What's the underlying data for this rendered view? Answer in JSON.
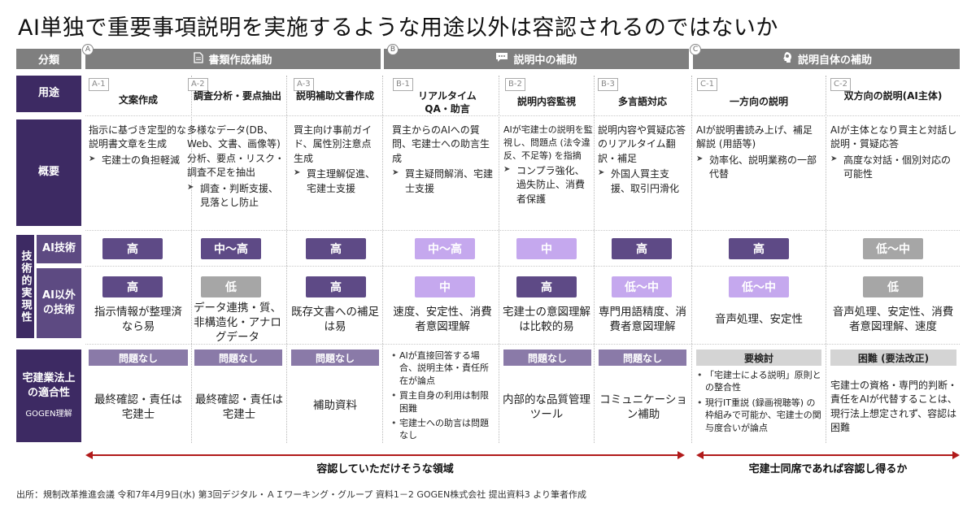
{
  "title": "AI単独で重要事項説明を実施するような用途以外は容認されるのではないか",
  "colors": {
    "row_label": "#3d2a63",
    "sub_label": "#5d4a82",
    "header_gray": "#7f7f7f",
    "pill_dark": "#5e4a86",
    "pill_light": "#c5a8ee",
    "pill_gray": "#a6a6a6",
    "arrow_red": "#b11a1a"
  },
  "headers": {
    "category": "分類",
    "groups": [
      {
        "letter": "A",
        "label": "書類作成補助",
        "icon": "document-icon"
      },
      {
        "letter": "B",
        "label": "説明中の補助",
        "icon": "chat-bubble-icon"
      },
      {
        "letter": "C",
        "label": "説明自体の補助",
        "icon": "brain-head-icon"
      }
    ]
  },
  "row_labels": {
    "usage": "用途",
    "overview": "概要",
    "tech_group": "技術的実現性",
    "ai_tech": "AI技術",
    "non_ai_tech": "AI以外の技術",
    "compliance": "宅建業法上の適合性",
    "compliance_sub": "GOGEN理解"
  },
  "columns": [
    {
      "code": "A-1",
      "name": "文案作成",
      "overview": [
        "指示に基づき定型的な説明書文章を生成"
      ],
      "overview_bullets": [
        "宅建士の負担軽減"
      ],
      "ai_level": "高",
      "ai_style": "dark",
      "non_ai_level": "高",
      "non_ai_style": "dark",
      "non_ai_note": "指示情報が整理済なら易",
      "comp_tag": "問題なし",
      "comp_text": "最終確認・責任は宅建士"
    },
    {
      "code": "A-2",
      "name": "調査分析・要点抽出",
      "overview": [
        "多様なデータ(DB、Web、文書、画像等) 分析、要点・リスク・調査不足を抽出"
      ],
      "overview_bullets": [
        "調査・判断支援、見落とし防止"
      ],
      "ai_level": "中〜高",
      "ai_style": "dark",
      "non_ai_level": "低",
      "non_ai_style": "gray",
      "non_ai_note": "データ連携・質、非構造化・アナログデータ",
      "comp_tag": "問題なし",
      "comp_text": "最終確認・責任は宅建士"
    },
    {
      "code": "A-3",
      "name": "説明補助文書作成",
      "overview": [
        "買主向け事前ガイド、属性別注意点生成"
      ],
      "overview_bullets": [
        "買主理解促進、宅建士支援"
      ],
      "ai_level": "高",
      "ai_style": "dark",
      "non_ai_level": "高",
      "non_ai_style": "dark",
      "non_ai_note": "既存文書への補足は易",
      "comp_tag": "問題なし",
      "comp_text": "補助資料"
    },
    {
      "code": "B-1",
      "name": "リアルタイムQA・助言",
      "overview": [
        "買主からのAIへの質問、宅建士への助言生成"
      ],
      "overview_bullets": [
        "買主疑問解消、宅建士支援"
      ],
      "ai_level": "中〜高",
      "ai_style": "light",
      "non_ai_level": "中",
      "non_ai_style": "light",
      "non_ai_note": "速度、安定性、消費者意図理解",
      "comp_tag": "",
      "comp_points": [
        "AIが直接回答する場合、説明主体・責任所在が論点",
        "買主自身の利用は制限困難",
        "宅建士への助言は問題なし"
      ]
    },
    {
      "code": "B-2",
      "name": "説明内容監視",
      "overview": [
        "AIが宅建士の説明を監視し、問題点 (法令違反、不足等) を指摘"
      ],
      "overview_bullets": [
        "コンプラ強化、過失防止、消費者保護"
      ],
      "ai_level": "中",
      "ai_style": "light",
      "non_ai_level": "高",
      "non_ai_style": "dark",
      "non_ai_note": "宅建士の意図理解は比較的易",
      "comp_tag": "問題なし",
      "comp_text": "内部的な品質管理ツール"
    },
    {
      "code": "B-3",
      "name": "多言語対応",
      "overview": [
        "説明内容や質疑応答のリアルタイム翻訳・補足"
      ],
      "overview_bullets": [
        "外国人買主支援、取引円滑化"
      ],
      "ai_level": "高",
      "ai_style": "dark",
      "non_ai_level": "低〜中",
      "non_ai_style": "light",
      "non_ai_note": "専門用語精度、消費者意図理解",
      "comp_tag": "問題なし",
      "comp_text": "コミュニケーション補助"
    },
    {
      "code": "C-1",
      "name": "一方向の説明",
      "overview": [
        "AIが説明書読み上げ、補足解説 (用語等)"
      ],
      "overview_bullets": [
        "効率化、説明業務の一部代替"
      ],
      "ai_level": "高",
      "ai_style": "dark",
      "non_ai_level": "低〜中",
      "non_ai_style": "light",
      "non_ai_note": "音声処理、安定性",
      "comp_tag": "要検討",
      "comp_points": [
        "「宅建士による説明」原則との整合性",
        "現行IT重説 (録画視聴等) の枠組みで可能か、宅建士の関与度合いが論点"
      ]
    },
    {
      "code": "C-2",
      "name": "双方向の説明(AI主体)",
      "overview": [
        "AIが主体となり買主と対話し説明・質疑応答"
      ],
      "overview_bullets": [
        "高度な対話・個別対応の可能性"
      ],
      "ai_level": "低〜中",
      "ai_style": "gray",
      "non_ai_level": "低",
      "non_ai_style": "gray",
      "non_ai_note": "音声処理、安定性、消費者意図理解、速度",
      "comp_tag": "困難 (要法改正)",
      "comp_text": "宅建士の資格・専門的判断・責任をAIが代替することは、現行法上想定されず、容認は困難"
    }
  ],
  "arrows": [
    {
      "label": "容認していただけそうな領域"
    },
    {
      "label": "宅建士同席であれば容認し得るか"
    }
  ],
  "footnote": "出所：規制改革推進会議 令和7年4月9日(水) 第3回デジタル・ＡＩワーキング・グループ 資料1－2 GOGEN株式会社 提出資料3 より筆者作成"
}
